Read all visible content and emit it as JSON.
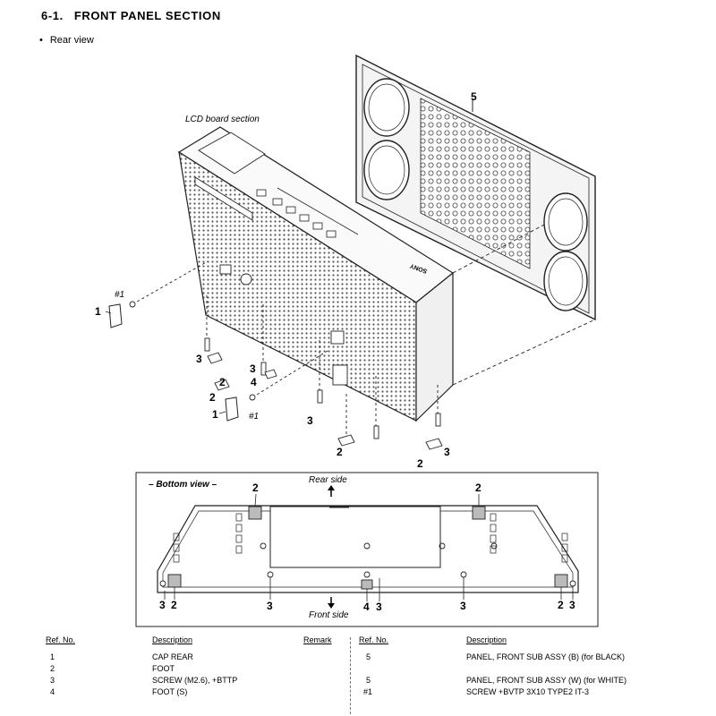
{
  "header": {
    "section_number": "6-1.",
    "section_title": "FRONT PANEL SECTION",
    "subtitle": "Rear view"
  },
  "diagram": {
    "lcd_label": "LCD board section",
    "brand_mark": "SONY",
    "callouts": {
      "c5": "5",
      "c1a": "1",
      "c1a_ref": "#1",
      "c1b": "1",
      "c1b_ref": "#1",
      "c3a": "3",
      "c2a": "2",
      "c4a": "4",
      "c3b": "3",
      "c2b": "2",
      "c3c": "3",
      "c2c": "2",
      "c2d": "2",
      "c3d": "3"
    }
  },
  "bottom_view": {
    "title": "– Bottom view –",
    "rear_label": "Rear side",
    "front_label": "Front side",
    "callouts": {
      "top_left_2": "2",
      "top_right_2": "2",
      "bl_3": "3",
      "bl_2": "2",
      "b_3_left": "3",
      "b_4": "4",
      "b_3_mid": "3",
      "b_3_right": "3",
      "br_2": "2",
      "br_3": "3"
    }
  },
  "parts_table": {
    "headers": {
      "ref_no": "Ref. No.",
      "description": "Description",
      "remark": "Remark",
      "ref_no_2": "Ref. No.",
      "description_2": "Description"
    },
    "left_rows": [
      {
        "ref": "1",
        "desc": "CAP REAR"
      },
      {
        "ref": "2",
        "desc": "FOOT"
      },
      {
        "ref": "3",
        "desc": "SCREW (M2.6), +BTTP"
      },
      {
        "ref": "4",
        "desc": "FOOT (S)"
      }
    ],
    "right_rows": [
      {
        "ref": "5",
        "desc": "PANEL, FRONT SUB ASSY (B) (for BLACK)"
      },
      {
        "ref": "5",
        "desc": "PANEL, FRONT SUB ASSY (W) (for WHITE)"
      },
      {
        "ref": "#1",
        "desc": "SCREW +BVTP 3X10 TYPE2 IT-3"
      }
    ]
  }
}
